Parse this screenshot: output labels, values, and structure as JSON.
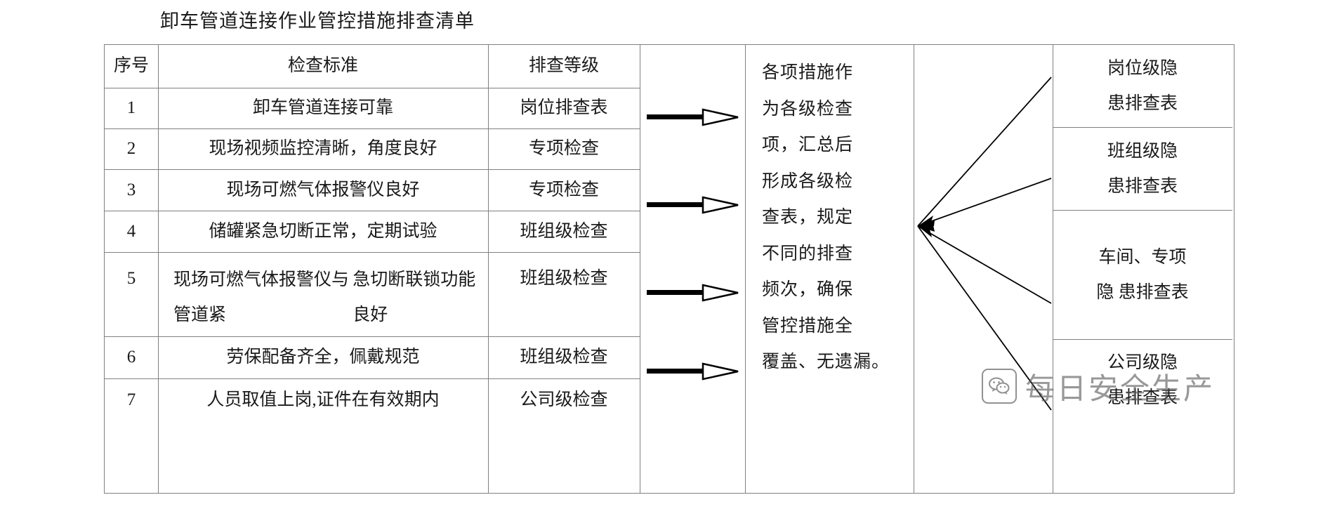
{
  "document": {
    "title": "卸车管道连接作业管控措施排查清单"
  },
  "table": {
    "headers": {
      "index": "序号",
      "standard": "检查标准",
      "level": "排查等级"
    },
    "rows": [
      {
        "index": "1",
        "standard": "卸车管道连接可靠",
        "standard_line2": "",
        "level": "岗位排查表"
      },
      {
        "index": "2",
        "standard": "现场视频监控清晰，角度良好",
        "standard_line2": "",
        "level": "专项检查"
      },
      {
        "index": "3",
        "standard": "现场可燃气体报警仪良好",
        "standard_line2": "",
        "level": "专项检查"
      },
      {
        "index": "4",
        "standard": "储罐紧急切断正常，定期试验",
        "standard_line2": "",
        "level": "班组级检查"
      },
      {
        "index": "5",
        "standard": "现场可燃气体报警仪与管道紧",
        "standard_line2": "急切断联锁功能良好",
        "level": "班组级检查"
      },
      {
        "index": "6",
        "standard": "劳保配备齐全，佩戴规范",
        "standard_line2": "",
        "level": "班组级检查"
      },
      {
        "index": "7",
        "standard": "人员取值上岗,证件在有效期内",
        "standard_line2": "",
        "level": "公司级检查"
      }
    ]
  },
  "arrows": {
    "name": "flow-arrow",
    "count": 4,
    "color": "#000000"
  },
  "summary": {
    "lines": [
      "各项措施作",
      "为各级检查",
      "项，汇总后",
      "形成各级检",
      "查表，规定",
      "不同的排查",
      "频次，确保",
      "管控措施全",
      "覆盖、无遗漏。"
    ]
  },
  "outcomes": [
    {
      "line1": "岗位级隐",
      "line2": "患排查表"
    },
    {
      "line1": "班组级隐",
      "line2": "患排查表"
    },
    {
      "line1": "车间、专项",
      "line2": "隐  患排查表"
    },
    {
      "line1": "公司级隐",
      "line2": "患排查表"
    }
  ],
  "watermark": {
    "text": "每日安全生产",
    "badge_icon": "wechat-icon"
  },
  "colors": {
    "border": "#808080",
    "text": "#1a1a1a",
    "arrow": "#000000",
    "watermark": "#5a5a5a",
    "background": "#ffffff"
  }
}
